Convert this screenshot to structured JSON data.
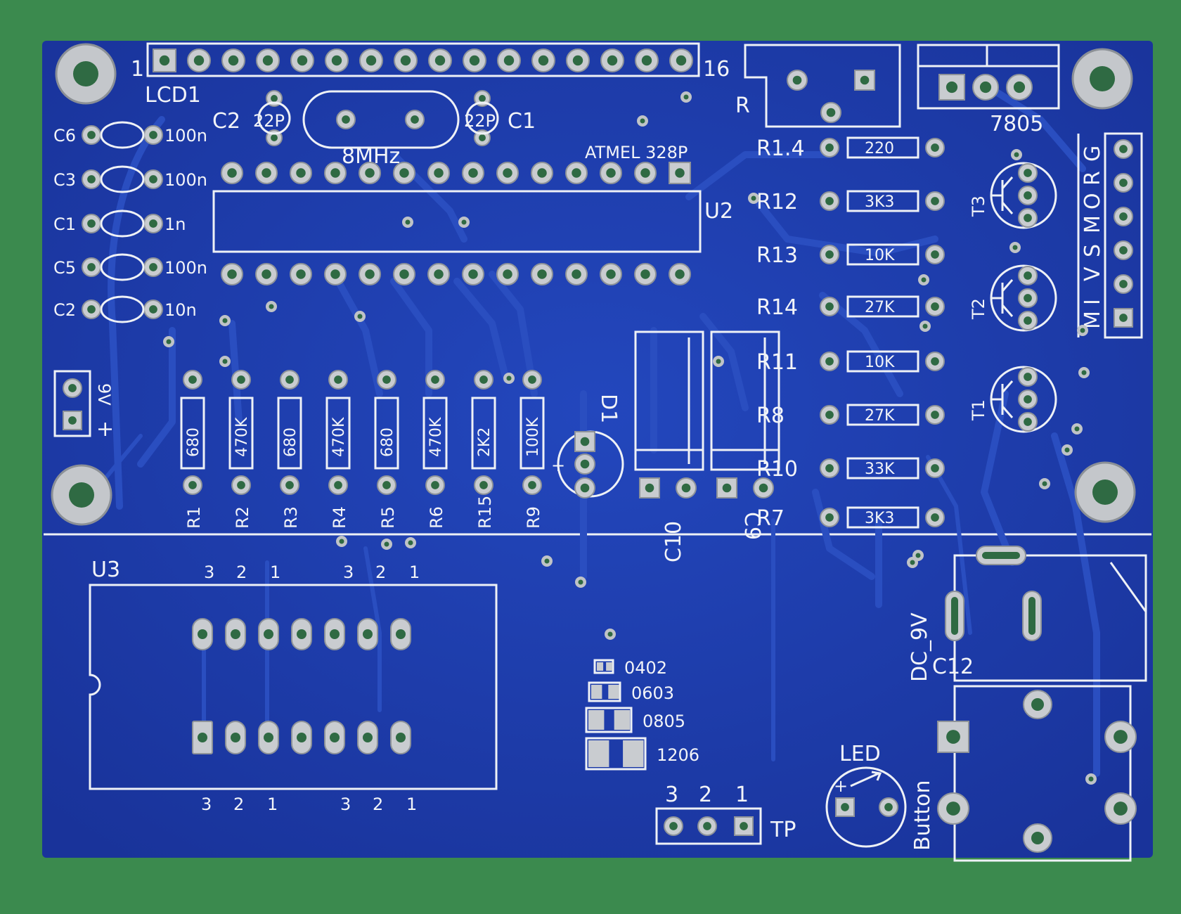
{
  "pcb": {
    "colors": {
      "background": "#3b8a4e",
      "board": "#1f3fb0",
      "trace": "#2a4ec0",
      "silkscreen": "#eef1f6",
      "pad": "#c9ccd0"
    },
    "labels": {
      "lcd": "LCD1",
      "lcd_pin_first": "1",
      "lcd_pin_last": "16",
      "u2": "U2",
      "mcu": "ATMEL 328P",
      "crystal": "8MHz",
      "c2_top": "C2",
      "c1_top": "C1",
      "cap22_left": "22P",
      "cap22_right": "22P",
      "r": "R",
      "reg": "7805",
      "u3": "U3",
      "c10": "C10",
      "c9": "C9",
      "d1": "D1",
      "power": "9V",
      "power_plus": "+",
      "dc": "DC_9V",
      "c12": "C12",
      "led": "LED",
      "button": "Button",
      "tp": "TP",
      "t1": "T1",
      "t2": "T2",
      "t3": "T3",
      "isp": [
        "G",
        "R",
        "O",
        "M",
        "S",
        "V",
        "I",
        "M"
      ]
    },
    "left_caps": [
      {
        "name": "C6",
        "value": "100n"
      },
      {
        "name": "C3",
        "value": "100n"
      },
      {
        "name": "C1",
        "value": "1n"
      },
      {
        "name": "C5",
        "value": "100n"
      },
      {
        "name": "C2",
        "value": "10n"
      }
    ],
    "vertical_resistors": [
      {
        "name": "R1",
        "value": "680"
      },
      {
        "name": "R2",
        "value": "470K"
      },
      {
        "name": "R3",
        "value": "680"
      },
      {
        "name": "R4",
        "value": "470K"
      },
      {
        "name": "R5",
        "value": "680"
      },
      {
        "name": "R6",
        "value": "470K"
      },
      {
        "name": "R15",
        "value": "2K2"
      },
      {
        "name": "R9",
        "value": "100K"
      }
    ],
    "right_resistors": [
      {
        "name": "R1.4",
        "value": "220"
      },
      {
        "name": "R12",
        "value": "3K3"
      },
      {
        "name": "R13",
        "value": "10K"
      },
      {
        "name": "R14",
        "value": "27K"
      },
      {
        "name": "R11",
        "value": "10K"
      },
      {
        "name": "R8",
        "value": "27K"
      },
      {
        "name": "R10",
        "value": "33K"
      },
      {
        "name": "R7",
        "value": "3K3"
      }
    ],
    "u3_pins_top": [
      "3",
      "2",
      "1",
      "3",
      "2",
      "1"
    ],
    "u3_pins_bottom": [
      "3",
      "2",
      "1",
      "3",
      "2",
      "1"
    ],
    "smd_sizes": [
      "0402",
      "0603",
      "0805",
      "1206"
    ],
    "tp_pins": [
      "3",
      "2",
      "1"
    ]
  }
}
